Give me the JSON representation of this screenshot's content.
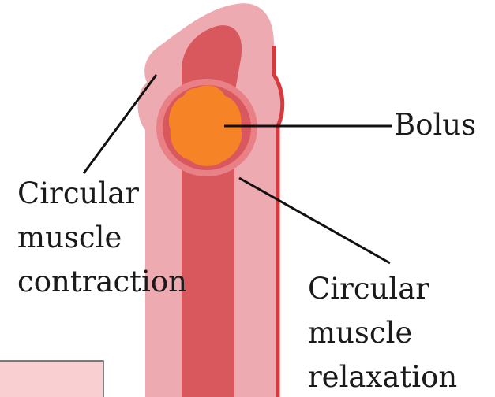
{
  "labels": {
    "bolus": "Bolus",
    "contraction_line1": "Circular",
    "contraction_line2": "muscle",
    "contraction_line3": "contraction",
    "relaxation_line1": "Circular",
    "relaxation_line2": "muscle",
    "relaxation_line3": "relaxation"
  },
  "colors": {
    "outer_wall": "#eeaab1",
    "inner_wall": "#d9585e",
    "outer_edge": "#d63a3c",
    "ring_around_bolus": "#e98085",
    "bolus": "#f68427",
    "leader_line": "#111111",
    "corner_box": "#f9cfd2"
  }
}
